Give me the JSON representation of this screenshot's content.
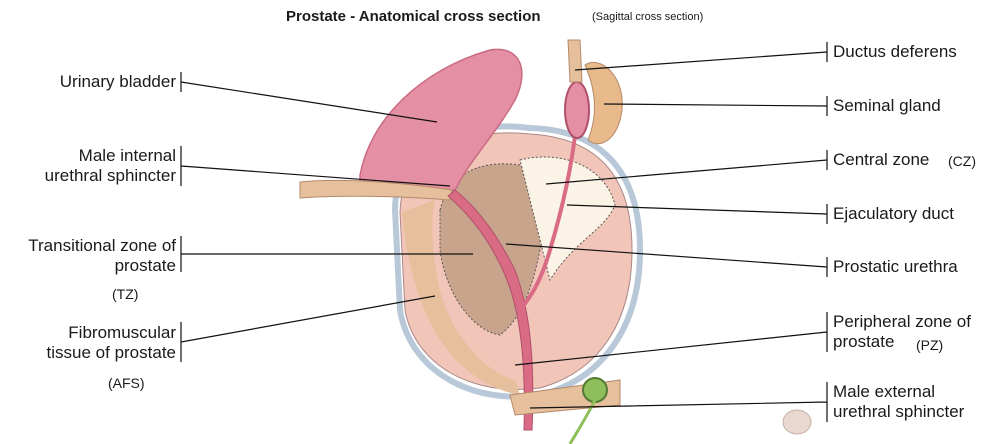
{
  "title": "Prostate - Anatomical cross section",
  "subtitle": "(Sagittal cross section)",
  "labels": {
    "urinary_bladder": "Urinary bladder",
    "male_internal_sphincter_line1": "Male internal",
    "male_internal_sphincter_line2": "urethral sphincter",
    "transitional_zone_line1": "Transitional zone of",
    "transitional_zone_line2": "prostate",
    "transitional_zone_abbr": "(TZ)",
    "fibromuscular_line1": "Fibromuscular",
    "fibromuscular_line2": "tissue of prostate",
    "fibromuscular_abbr": "(AFS)",
    "ductus_deferens": "Ductus deferens",
    "seminal_gland": "Seminal gland",
    "central_zone": "Central zone",
    "central_zone_abbr": "(CZ)",
    "ejaculatory_duct": "Ejaculatory duct",
    "prostatic_urethra": "Prostatic urethra",
    "peripheral_zone_line1": "Peripheral zone of",
    "peripheral_zone_line2": "prostate",
    "peripheral_zone_abbr": "(PZ)",
    "male_external_sphincter_line1": "Male external",
    "male_external_sphincter_line2": "urethral sphincter"
  },
  "colors": {
    "bladder": "#e58fa4",
    "peripheral_zone": "#f2c5b9",
    "transitional_zone": "#c9a48c",
    "central_zone": "#fbf3e6",
    "capsule": "#b8c8d8",
    "seminal_gland": "#e8b98a",
    "urethra": "#d96c84",
    "fibromuscular": "#e6c09c",
    "sphincter_green": "#8fbf5a"
  }
}
